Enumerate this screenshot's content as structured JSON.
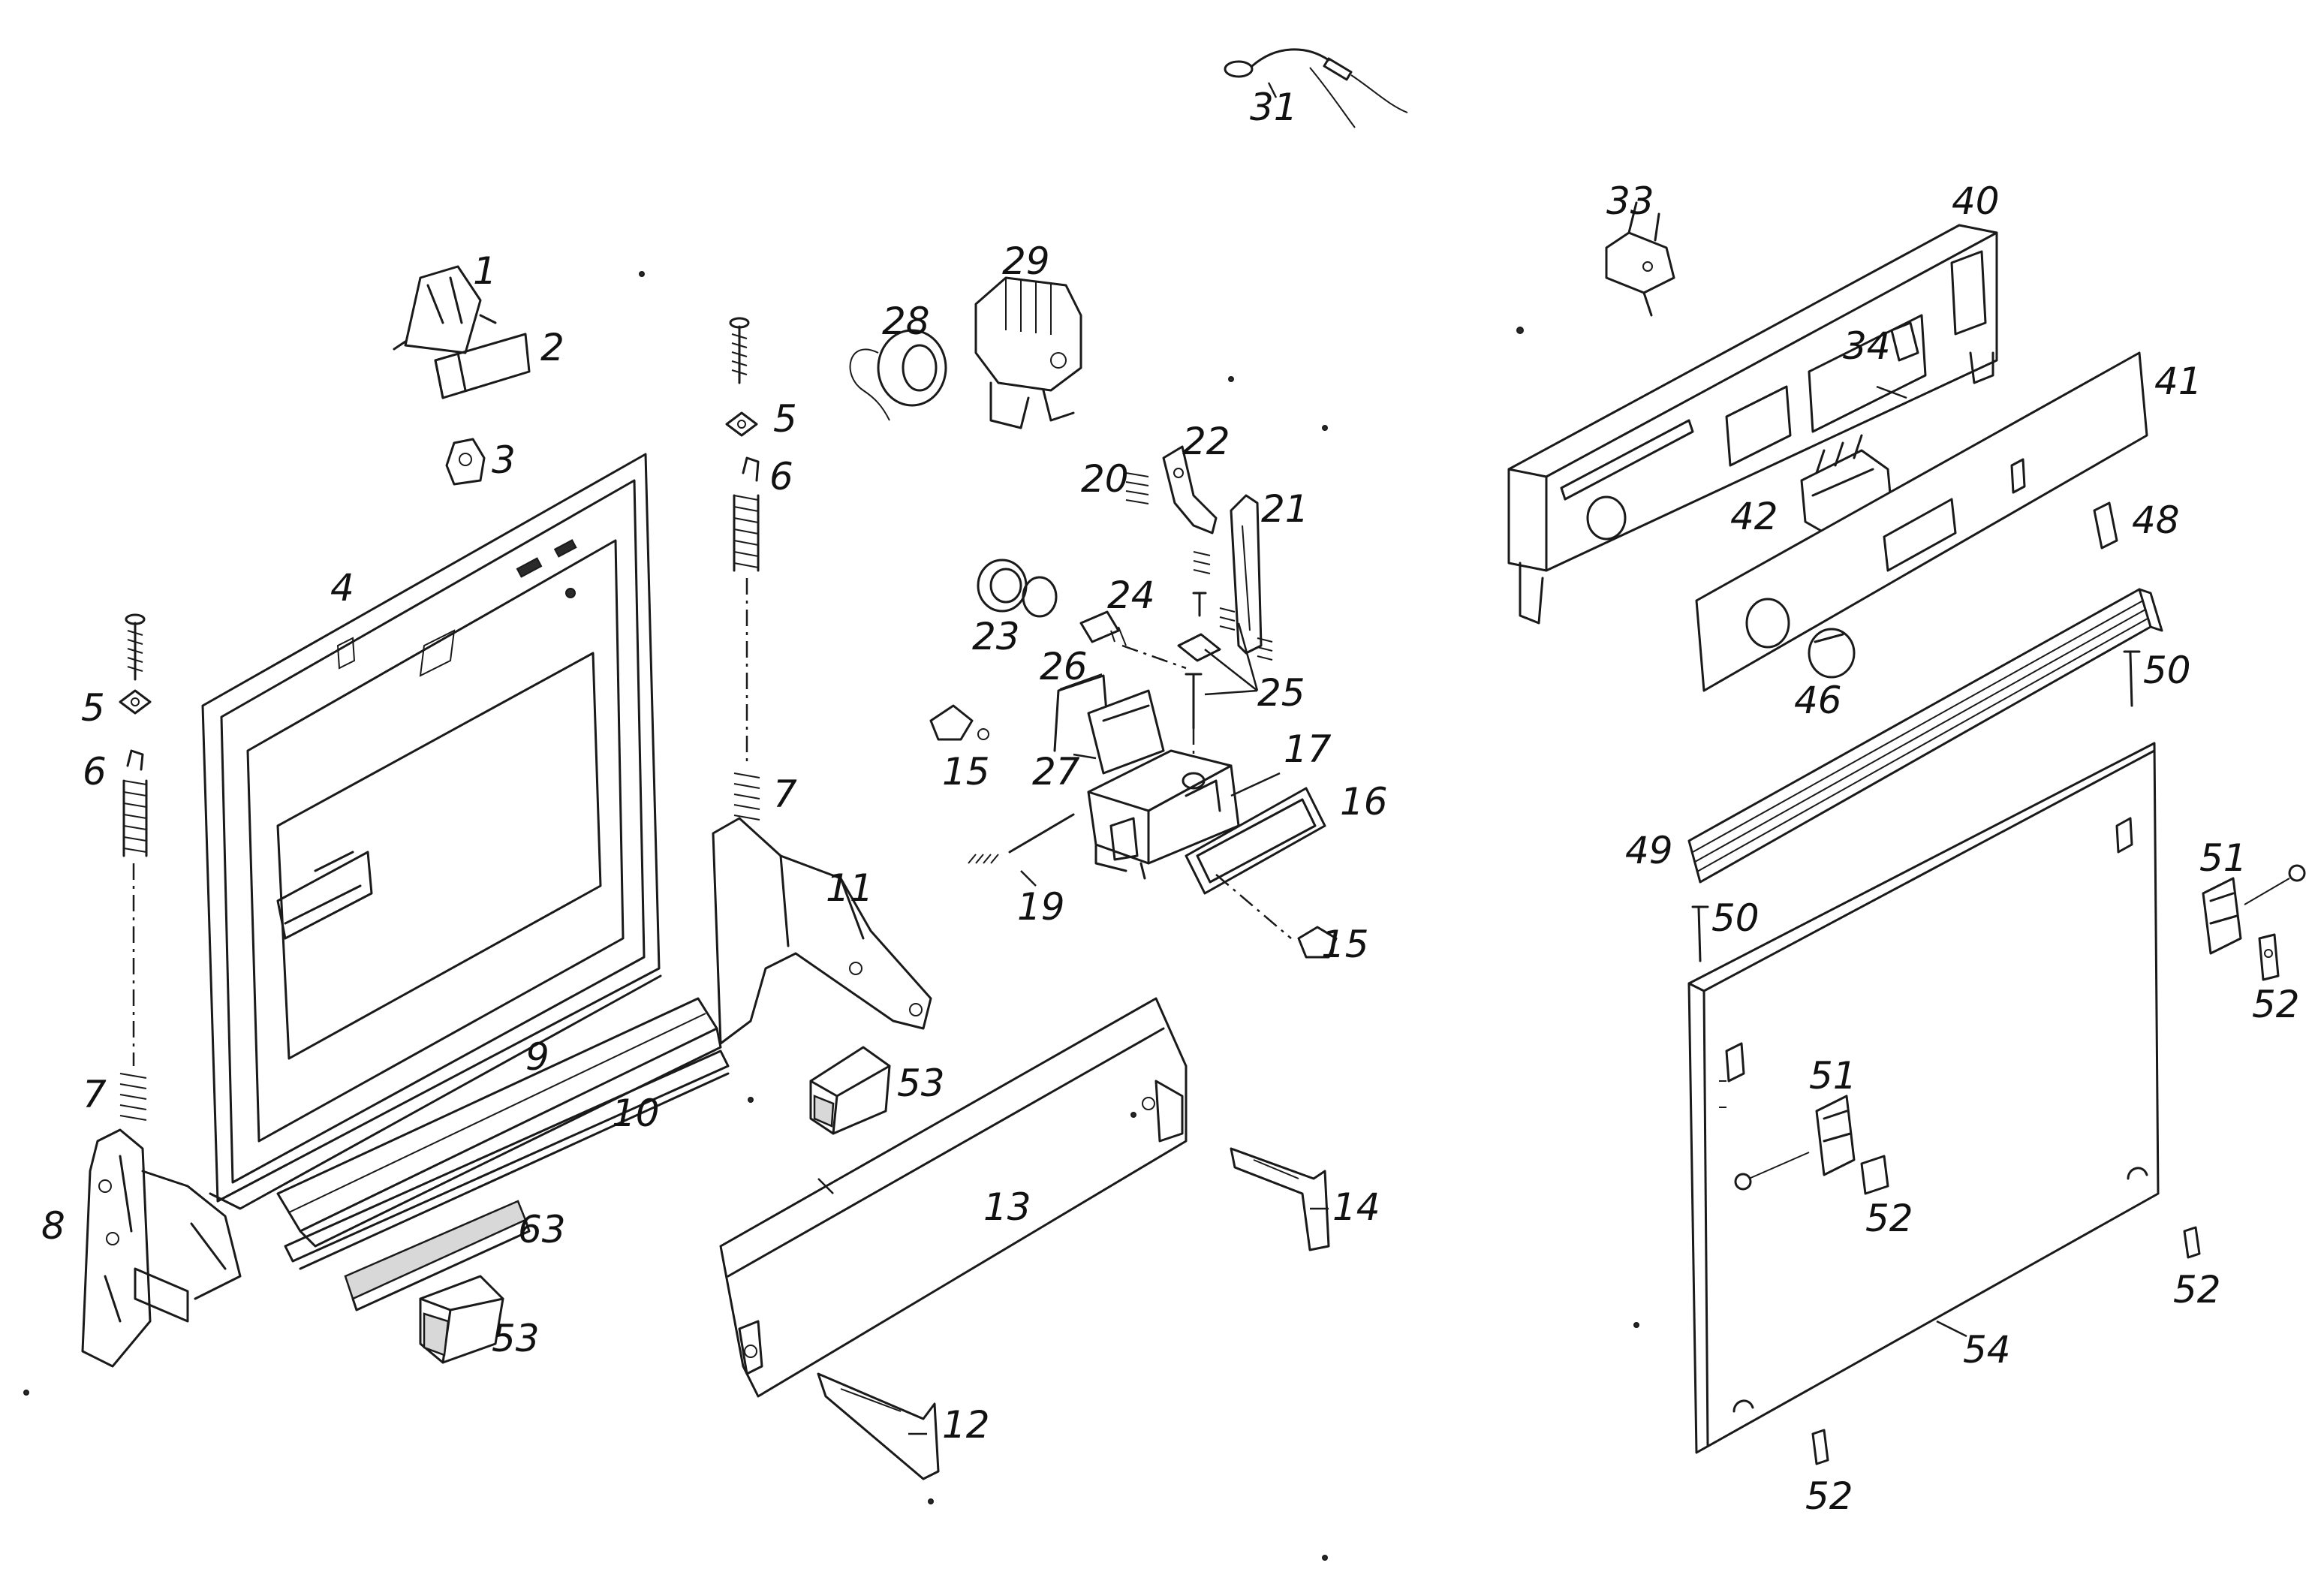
{
  "labels": {
    "p1": "1",
    "p2": "2",
    "p3": "3",
    "p4": "4",
    "p5a": "5",
    "p5b": "5",
    "p6a": "6",
    "p6b": "6",
    "p7a": "7",
    "p7b": "7",
    "p8": "8",
    "p9": "9",
    "p10": "10",
    "p11": "11",
    "p12": "12",
    "p13": "13",
    "p14": "14",
    "p15a": "15",
    "p15b": "15",
    "p16": "16",
    "p17": "17",
    "p19": "19",
    "p20": "20",
    "p21": "21",
    "p22": "22",
    "p23": "23",
    "p24": "24",
    "p25": "25",
    "p26": "26",
    "p27": "27",
    "p28": "28",
    "p29": "29",
    "p31": "31",
    "p33": "33",
    "p34": "34",
    "p40": "40",
    "p41": "41",
    "p42": "42",
    "p46": "46",
    "p48": "48",
    "p49": "49",
    "p50a": "50",
    "p50b": "50",
    "p51a": "51",
    "p51b": "51",
    "p52a": "52",
    "p52b": "52",
    "p52c": "52",
    "p52d": "52",
    "p53a": "53",
    "p53b": "53",
    "p54": "54",
    "p63": "63"
  }
}
